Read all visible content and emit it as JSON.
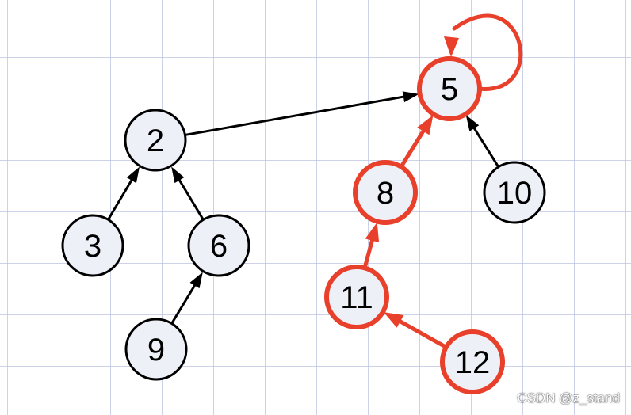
{
  "colors": {
    "node_fill": "#eef0f8",
    "default_stroke": "#000000",
    "highlight_stroke": "#e8402a",
    "text": "#000000"
  },
  "nodes": [
    {
      "id": "2",
      "label": "2",
      "highlight": false
    },
    {
      "id": "3",
      "label": "3",
      "highlight": false
    },
    {
      "id": "6",
      "label": "6",
      "highlight": false
    },
    {
      "id": "9",
      "label": "9",
      "highlight": false
    },
    {
      "id": "5",
      "label": "5",
      "highlight": true
    },
    {
      "id": "8",
      "label": "8",
      "highlight": true
    },
    {
      "id": "10",
      "label": "10",
      "highlight": false
    },
    {
      "id": "11",
      "label": "11",
      "highlight": true
    },
    {
      "id": "12",
      "label": "12",
      "highlight": true
    }
  ],
  "edges": [
    {
      "from": "3",
      "to": "2",
      "highlight": false
    },
    {
      "from": "6",
      "to": "2",
      "highlight": false
    },
    {
      "from": "9",
      "to": "6",
      "highlight": false
    },
    {
      "from": "2",
      "to": "5",
      "highlight": false
    },
    {
      "from": "10",
      "to": "5",
      "highlight": false
    },
    {
      "from": "8",
      "to": "5",
      "highlight": true
    },
    {
      "from": "11",
      "to": "8",
      "highlight": true
    },
    {
      "from": "12",
      "to": "11",
      "highlight": true
    },
    {
      "from": "5",
      "to": "5",
      "highlight": true
    }
  ],
  "watermark": "CSDN @z_stand"
}
